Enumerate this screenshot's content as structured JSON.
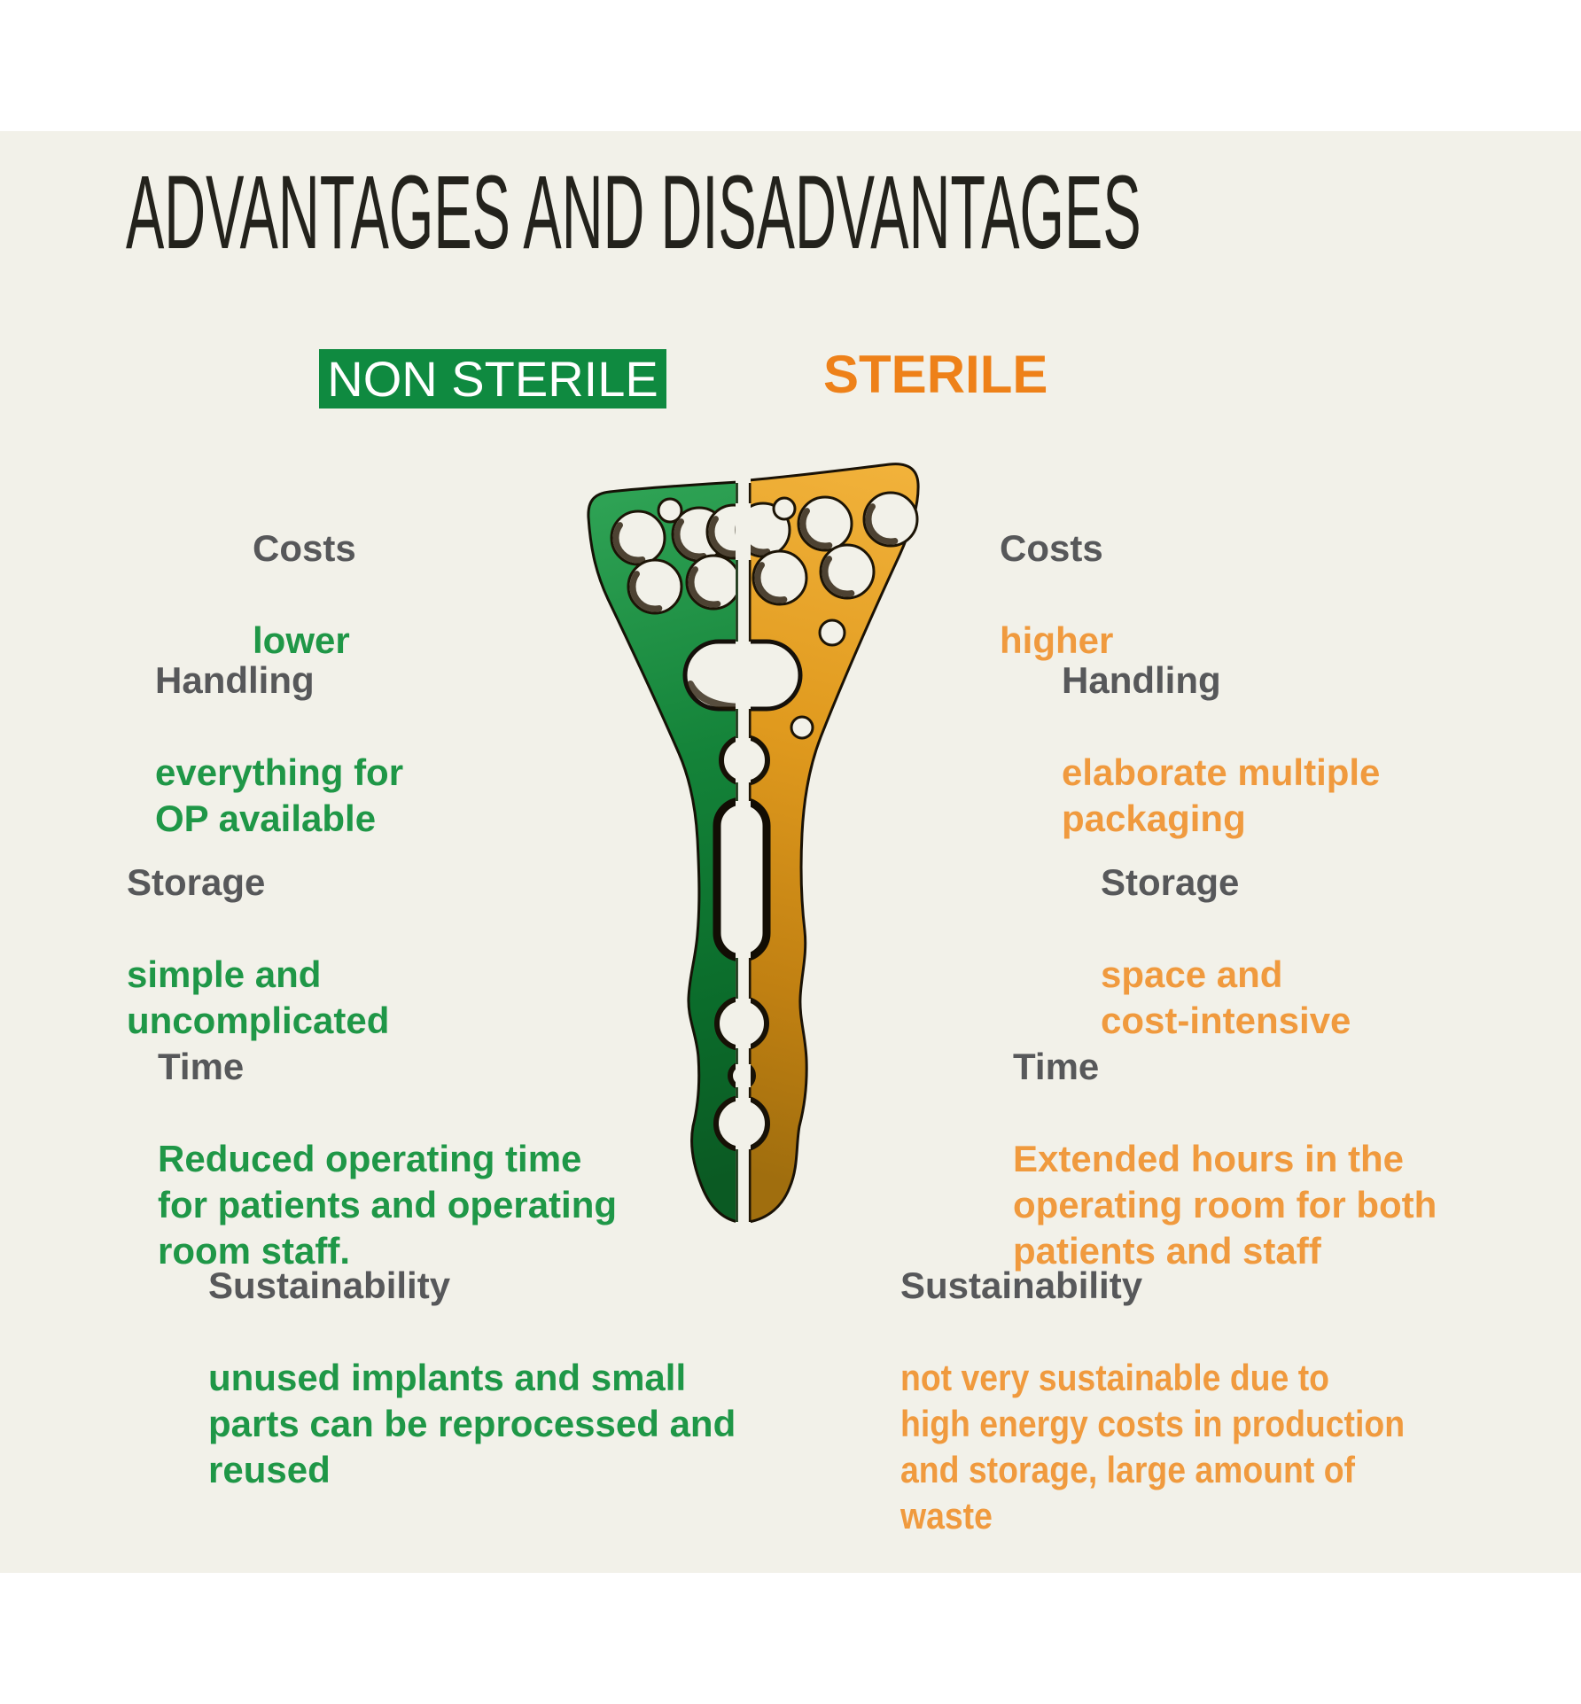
{
  "title": "ADVANTAGES AND DISADVANTAGES",
  "colors": {
    "background_panel": "#f2f1e9",
    "non_sterile_badge_bg": "#0f8a40",
    "non_sterile_text": "#1f9747",
    "sterile_header": "#ee8119",
    "sterile_text": "#f09a3e",
    "label_gray": "#57585a",
    "plate_green": "#128038",
    "plate_orange": "#d8961d"
  },
  "columns": {
    "non_sterile": {
      "header": "NON STERILE",
      "items": [
        {
          "label": "Costs",
          "value": "lower"
        },
        {
          "label": "Handling",
          "value": "everything for\nOP available"
        },
        {
          "label": "Storage",
          "value": "simple and\nuncomplicated"
        },
        {
          "label": "Time",
          "value": "Reduced operating time\nfor patients and operating\nroom staff."
        },
        {
          "label": "Sustainability",
          "value": "unused implants and small\nparts can be reprocessed and\nreused"
        }
      ]
    },
    "sterile": {
      "header": "STERILE",
      "items": [
        {
          "label": "Costs",
          "value": "higher"
        },
        {
          "label": "Handling",
          "value": "elaborate multiple\npackaging"
        },
        {
          "label": "Storage",
          "value": "space and\ncost-intensive"
        },
        {
          "label": "Time",
          "value": "Extended hours in the\noperating room for both\npatients and staff"
        },
        {
          "label": "Sustainability",
          "value": "not very sustainable due to\nhigh energy costs in production\nand storage, large amount of\nwaste"
        }
      ]
    }
  }
}
